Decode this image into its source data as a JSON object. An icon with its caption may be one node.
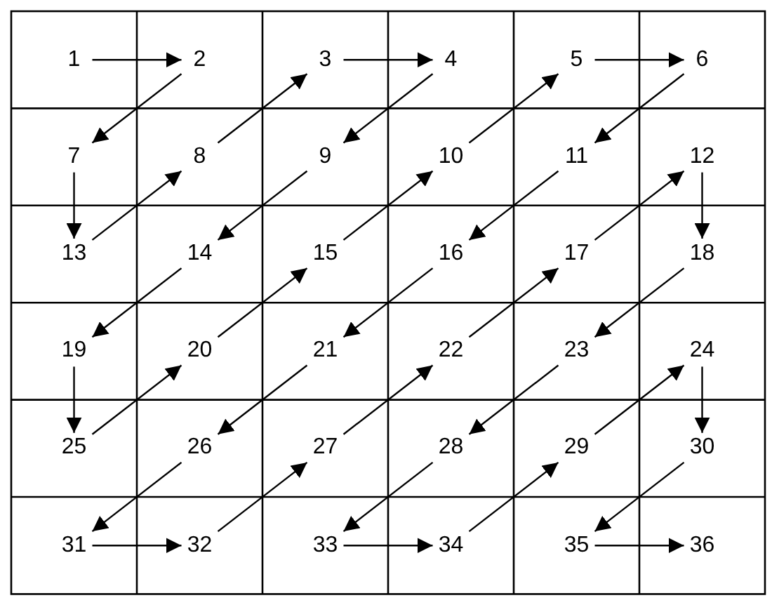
{
  "diagram": {
    "nodes": [
      {
        "text": [
          "1"
        ]
      },
      {
        "text": [
          "2"
        ]
      },
      {
        "text": [
          "3"
        ]
      },
      {
        "text": [
          "4"
        ]
      },
      {
        "text": [
          "5"
        ]
      },
      {
        "text": [
          "6"
        ]
      },
      {
        "text": [
          "7"
        ]
      },
      {
        "text": [
          "8"
        ]
      },
      {
        "text": [
          "9"
        ]
      },
      {
        "text": [
          "10"
        ]
      },
      {
        "text": [
          "11"
        ]
      },
      {
        "text": [
          "12"
        ]
      },
      {
        "text": [
          "13"
        ]
      },
      {
        "text": [
          "14"
        ]
      },
      {
        "text": [
          "15"
        ]
      },
      {
        "text": [
          "16"
        ]
      },
      {
        "text": [
          "17"
        ]
      },
      {
        "text": [
          "18"
        ]
      },
      {
        "text": [
          "19"
        ]
      },
      {
        "text": [
          "20"
        ]
      },
      {
        "text": [
          "21"
        ]
      },
      {
        "text": [
          "22"
        ]
      },
      {
        "text": [
          "23"
        ]
      },
      {
        "text": [
          "24"
        ]
      },
      {
        "text": [
          "25"
        ]
      },
      {
        "text": [
          "26"
        ]
      },
      {
        "text": [
          "27"
        ]
      },
      {
        "text": [
          "28"
        ]
      },
      {
        "text": [
          "29"
        ]
      },
      {
        "text": [
          "30"
        ]
      },
      {
        "text": [
          "31"
        ]
      },
      {
        "text": [
          "32"
        ]
      },
      {
        "text": [
          "33"
        ]
      },
      {
        "text": [
          "34"
        ]
      },
      {
        "text": [
          "35"
        ]
      },
      {
        "text": [
          "36"
        ]
      }
    ],
    "edges": [
      {
        "from": 0,
        "to": 1,
        "arrow": "to"
      },
      {
        "from": 1,
        "to": 6,
        "arrow": "to"
      },
      {
        "from": 6,
        "to": 12,
        "arrow": "to"
      },
      {
        "from": 12,
        "to": 7,
        "arrow": "to"
      },
      {
        "from": 7,
        "to": 2,
        "arrow": "to"
      },
      {
        "from": 2,
        "to": 3,
        "arrow": "to"
      },
      {
        "from": 3,
        "to": 8,
        "arrow": "to"
      },
      {
        "from": 8,
        "to": 13,
        "arrow": "to"
      },
      {
        "from": 13,
        "to": 18,
        "arrow": "to"
      },
      {
        "from": 18,
        "to": 24,
        "arrow": "to"
      },
      {
        "from": 24,
        "to": 19,
        "arrow": "to"
      },
      {
        "from": 19,
        "to": 14,
        "arrow": "to"
      },
      {
        "from": 14,
        "to": 9,
        "arrow": "to"
      },
      {
        "from": 9,
        "to": 4,
        "arrow": "to"
      },
      {
        "from": 4,
        "to": 5,
        "arrow": "to"
      },
      {
        "from": 5,
        "to": 10,
        "arrow": "to"
      },
      {
        "from": 10,
        "to": 15,
        "arrow": "to"
      },
      {
        "from": 15,
        "to": 20,
        "arrow": "to"
      },
      {
        "from": 20,
        "to": 25,
        "arrow": "to"
      },
      {
        "from": 25,
        "to": 30,
        "arrow": "to"
      },
      {
        "from": 30,
        "to": 31,
        "arrow": "to"
      },
      {
        "from": 31,
        "to": 26,
        "arrow": "to"
      },
      {
        "from": 26,
        "to": 21,
        "arrow": "to"
      },
      {
        "from": 21,
        "to": 16,
        "arrow": "to"
      },
      {
        "from": 16,
        "to": 11,
        "arrow": "to"
      },
      {
        "from": 11,
        "to": 17,
        "arrow": "to"
      },
      {
        "from": 17,
        "to": 22,
        "arrow": "to"
      },
      {
        "from": 22,
        "to": 27,
        "arrow": "to"
      },
      {
        "from": 27,
        "to": 32,
        "arrow": "to"
      },
      {
        "from": 32,
        "to": 33,
        "arrow": "to"
      },
      {
        "from": 33,
        "to": 28,
        "arrow": "to"
      },
      {
        "from": 28,
        "to": 23,
        "arrow": "to"
      },
      {
        "from": 23,
        "to": 29,
        "arrow": "to"
      },
      {
        "from": 29,
        "to": 34,
        "arrow": "to"
      },
      {
        "from": 34,
        "to": 35,
        "arrow": "to"
      }
    ]
  }
}
